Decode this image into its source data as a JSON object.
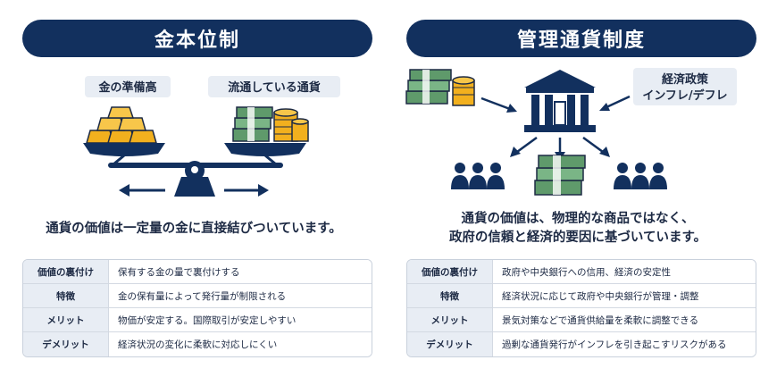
{
  "left": {
    "title": "金本位制",
    "gold_reserve_label": "金の準備高",
    "currency_label": "流通している通貨",
    "description": "通貨の価値は一定量の金に直接結びついています。",
    "rows": [
      {
        "key": "価値の裏付け",
        "value": "保有する金の量で裏付けする"
      },
      {
        "key": "特徴",
        "value": "金の保有量によって発行量が制限される"
      },
      {
        "key": "メリット",
        "value": "物価が安定する。国際取引が安定しやすい"
      },
      {
        "key": "デメリット",
        "value": "経済状況の変化に柔軟に対応しにくい"
      }
    ]
  },
  "right": {
    "title": "管理通貨制度",
    "policy_label_line1": "経済政策",
    "policy_label_line2": "インフレ/デフレ",
    "description_line1": "通貨の価値は、物理的な商品ではなく、",
    "description_line2": "政府の信頼と経済的要因に基づいています。",
    "rows": [
      {
        "key": "価値の裏付け",
        "value": "政府や中央銀行への信用、経済の安定性"
      },
      {
        "key": "特徴",
        "value": "経済状況に応じて政府や中央銀行が管理・調整"
      },
      {
        "key": "メリット",
        "value": "景気対策などで通貨供給量を柔軟に調整できる"
      },
      {
        "key": "デメリット",
        "value": "過剰な通貨発行がインフレを引き起こすリスクがある"
      }
    ]
  },
  "colors": {
    "navy": "#12305e",
    "gold": "#f2b01e",
    "money_green": "#5f9a6b",
    "label_bg": "#e8edf4"
  },
  "icons": [
    "gold-bars-icon",
    "money-stack-icon",
    "coin-stack-icon",
    "balance-scale-icon",
    "bank-building-icon",
    "people-group-icon",
    "arrow-icon"
  ]
}
